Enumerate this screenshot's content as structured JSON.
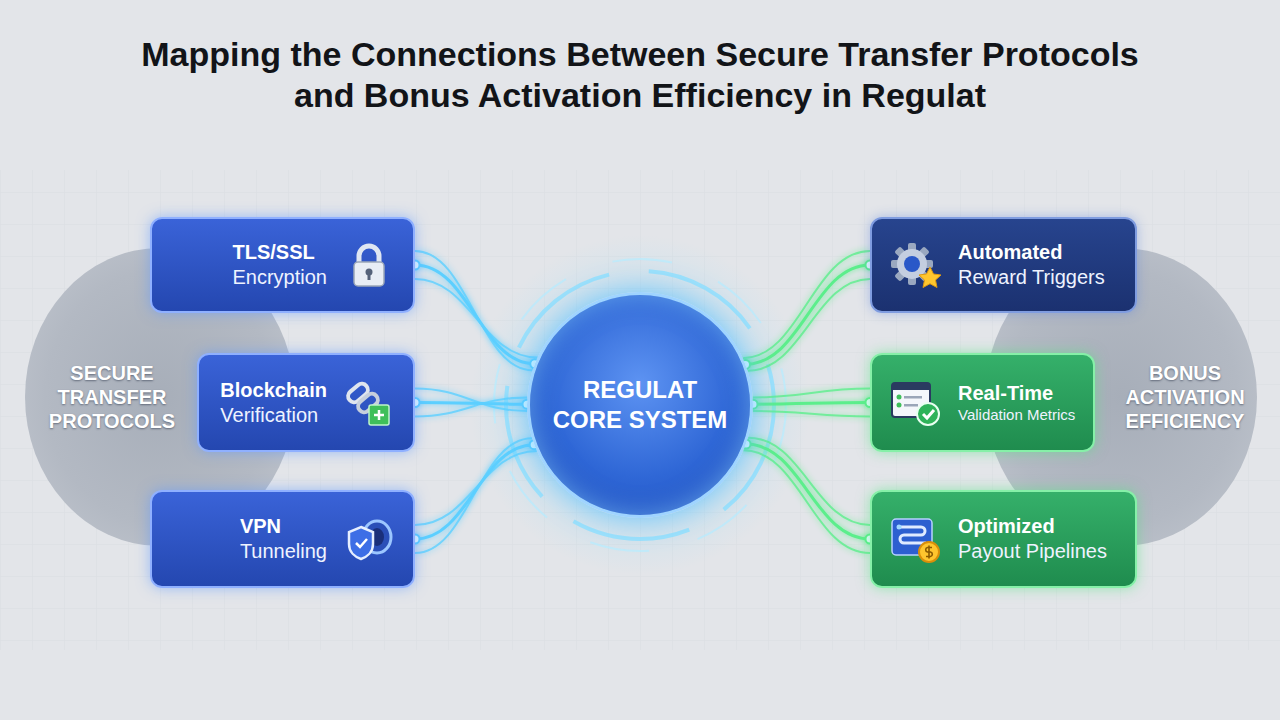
{
  "diagram": {
    "title": "Mapping the Connections Between Secure Transfer Protocols and Bonus Activation Efficiency in Regulat",
    "nodes": [
      {
        "text": [
          "SECURE TRANSFER PROTOCOLS"
        ]
      },
      {
        "text": [
          "TLS/SSL",
          "Encryption"
        ]
      },
      {
        "text": [
          "Blockchain",
          "Verification"
        ]
      },
      {
        "text": [
          "VPN",
          "Tunneling"
        ]
      },
      {
        "text": [
          "REGULAT CORE SYSTEM"
        ]
      },
      {
        "text": [
          "Automated",
          "Reward Triggers"
        ]
      },
      {
        "text": [
          "Real-Time",
          "Validation Metrics"
        ]
      },
      {
        "text": [
          "Optimized",
          "Payout Pipelines"
        ]
      },
      {
        "text": [
          "BONUS ACTIVATION EFFICIENCY"
        ]
      }
    ],
    "edges": [
      {
        "from": 1,
        "to": 4,
        "arrow": "none"
      },
      {
        "from": 2,
        "to": 4,
        "arrow": "none"
      },
      {
        "from": 3,
        "to": 4,
        "arrow": "none"
      },
      {
        "from": 4,
        "to": 5,
        "arrow": "none"
      },
      {
        "from": 4,
        "to": 6,
        "arrow": "none"
      },
      {
        "from": 4,
        "to": 7,
        "arrow": "none"
      }
    ]
  }
}
